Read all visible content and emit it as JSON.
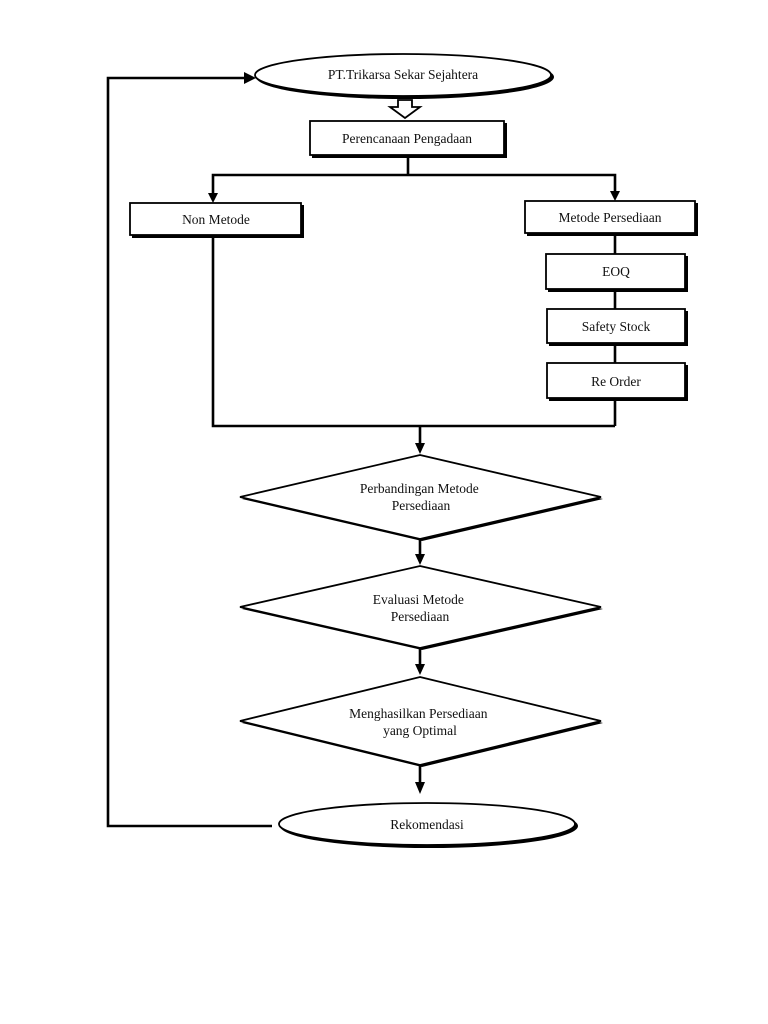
{
  "nodes": {
    "start": "PT.Trikarsa Sekar Sejahtera",
    "planning": "Perencanaan Pengadaan",
    "non_method": "Non Metode",
    "inventory_method": "Metode Persediaan",
    "eoq": "EOQ",
    "safety_stock": "Safety Stock",
    "re_order": "Re Order",
    "comparison": [
      "Perbandingan Metode",
      "Persediaan"
    ],
    "evaluation": [
      "Evaluasi Metode",
      "Persediaan"
    ],
    "optimal": [
      "Menghasilkan Persediaan",
      "yang Optimal"
    ],
    "recommendation": "Rekomendasi"
  }
}
